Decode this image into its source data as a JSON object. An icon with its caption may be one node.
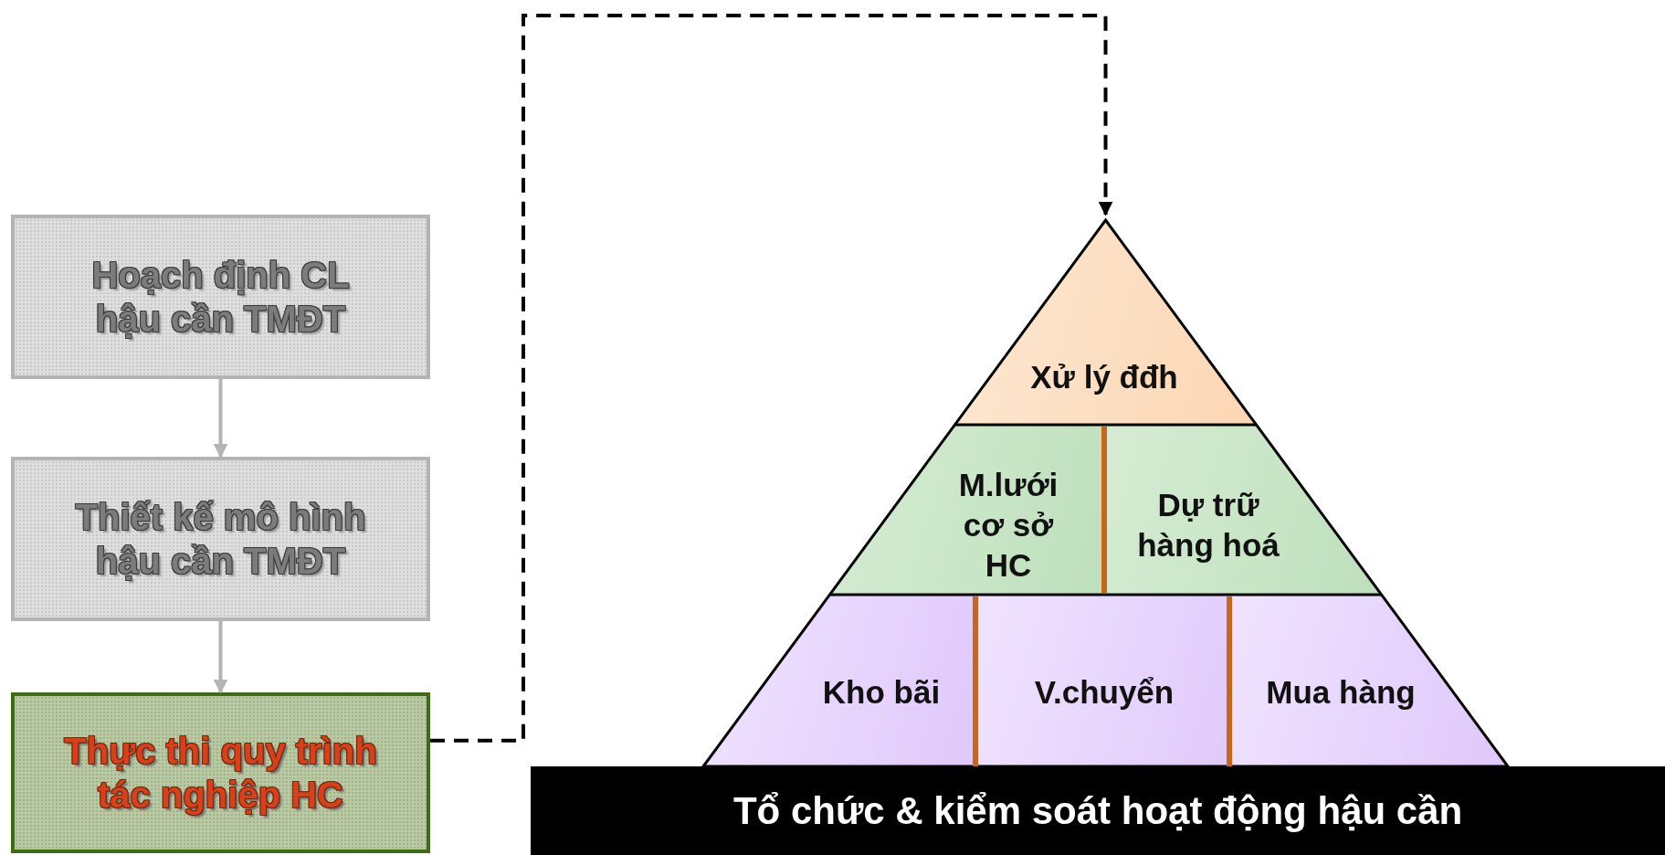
{
  "diagram": {
    "nodes": [
      {
        "text": [
          "Hoạch định CL hậu cần TMĐT"
        ]
      },
      {
        "text": [
          "Thiết kế mô hình hậu cần TMĐT"
        ]
      },
      {
        "text": [
          "Thực thi quy trình tác nghiệp HC"
        ]
      },
      {
        "text": [],
        "shape": "triangle"
      },
      {
        "text": [
          "Xử lý đđh"
        ],
        "in": 3
      },
      {
        "text": [
          "M.lưới cơ sở HC"
        ],
        "in": 3
      },
      {
        "text": [
          "Dự trữ hàng hoá"
        ],
        "in": 3
      },
      {
        "text": [
          "Kho bãi"
        ],
        "in": 3
      },
      {
        "text": [
          "V.chuyển"
        ],
        "in": 3
      },
      {
        "text": [
          "Mua hàng"
        ],
        "in": 3
      },
      {
        "text": [
          "Tổ chức & kiểm soát hoạt động hậu cần"
        ]
      }
    ],
    "edges": [
      {
        "from": 0,
        "to": 1,
        "arrow": "to"
      },
      {
        "from": 1,
        "to": 2,
        "arrow": "to"
      },
      {
        "from": 2,
        "to": 3,
        "arrow": "to",
        "style": "dashed",
        "color": "#000000"
      }
    ]
  }
}
